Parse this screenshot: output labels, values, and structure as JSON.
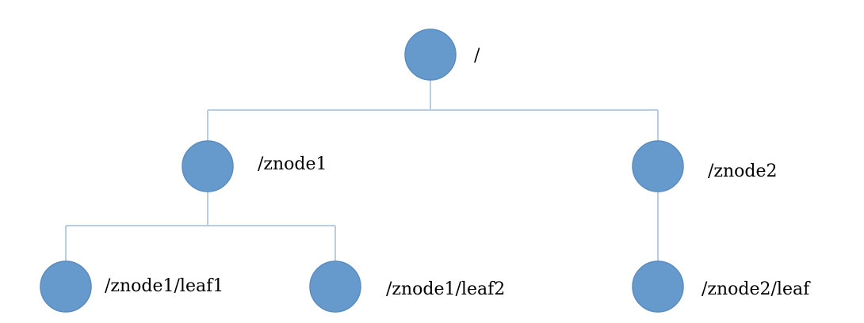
{
  "diagram": {
    "type": "tree",
    "colors": {
      "node_fill": "#6699cc",
      "node_stroke": "#5a8cc0",
      "connector": "#b7cde6",
      "label": "#000000"
    },
    "nodes": [
      {
        "id": "root",
        "label": "/",
        "parent": null
      },
      {
        "id": "znode1",
        "label": "/znode1",
        "parent": "root"
      },
      {
        "id": "znode2",
        "label": "/znode2",
        "parent": "root"
      },
      {
        "id": "znode1-leaf1",
        "label": "/znode1/leaf1",
        "parent": "znode1"
      },
      {
        "id": "znode1-leaf2",
        "label": "/znode1/leaf2",
        "parent": "znode1"
      },
      {
        "id": "znode2-leaf",
        "label": "/znode2/leaf",
        "parent": "znode2"
      }
    ]
  }
}
